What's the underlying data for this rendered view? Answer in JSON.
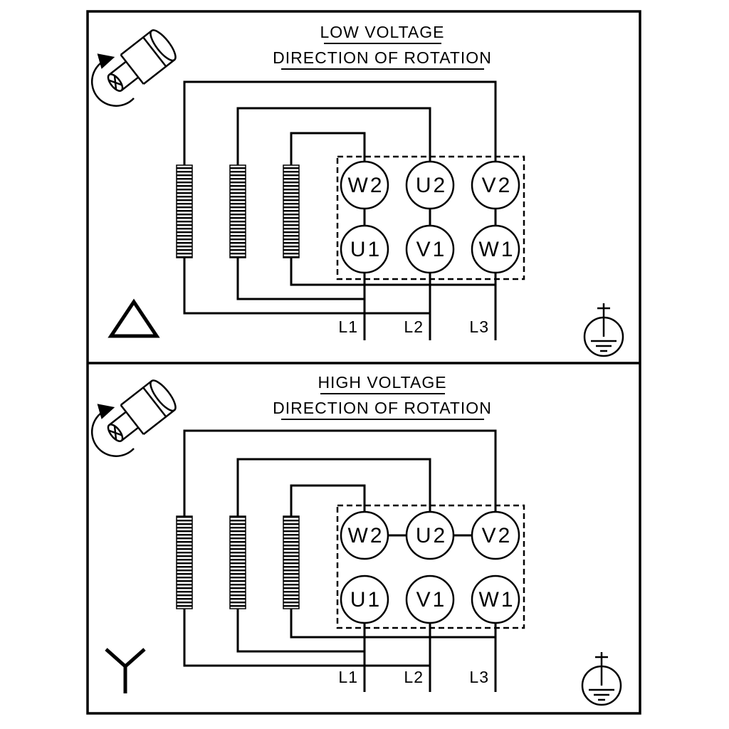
{
  "colors": {
    "line": "#000000",
    "background": "#ffffff"
  },
  "panels": [
    {
      "title": "LOW VOLTAGE",
      "subtitle": "DIRECTION OF ROTATION",
      "connection": "delta",
      "terminals": {
        "top_row": [
          "W2",
          "U2",
          "V2"
        ],
        "bottom_row": [
          "U1",
          "V1",
          "W1"
        ]
      },
      "supply_lines": [
        "L1",
        "L2",
        "L3"
      ],
      "icons": [
        "rotation-direction-icon",
        "delta-symbol",
        "earth-ground-icon"
      ]
    },
    {
      "title": "HIGH VOLTAGE",
      "subtitle": "DIRECTION OF ROTATION",
      "connection": "star",
      "terminals": {
        "top_row": [
          "W2",
          "U2",
          "V2"
        ],
        "bottom_row": [
          "U1",
          "V1",
          "W1"
        ]
      },
      "supply_lines": [
        "L1",
        "L2",
        "L3"
      ],
      "icons": [
        "rotation-direction-icon",
        "star-symbol",
        "earth-ground-icon"
      ]
    }
  ]
}
